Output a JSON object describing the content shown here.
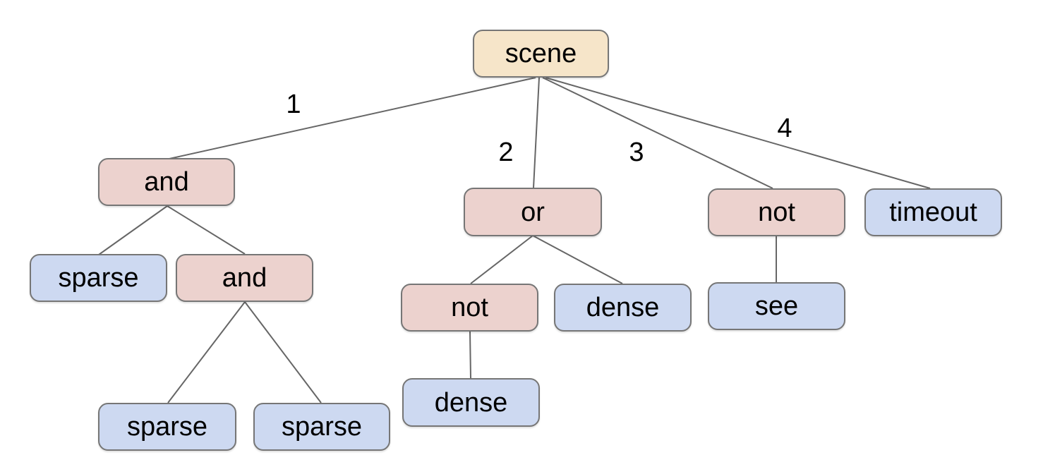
{
  "diagram": {
    "type": "tree",
    "colors": {
      "background": "#ffffff",
      "root_fill": "#f6e5c9",
      "operator_fill": "#ecd2ce",
      "leaf_fill": "#cdd9f1",
      "node_border": "#767676",
      "edge_line": "#666666",
      "label_text": "#000000"
    },
    "nodes": [
      {
        "id": "scene",
        "label": "scene",
        "kind": "root"
      },
      {
        "id": "and-1",
        "label": "and",
        "kind": "operator"
      },
      {
        "id": "or-1",
        "label": "or",
        "kind": "operator"
      },
      {
        "id": "not-1",
        "label": "not",
        "kind": "operator"
      },
      {
        "id": "timeout",
        "label": "timeout",
        "kind": "leaf"
      },
      {
        "id": "sparse-1",
        "label": "sparse",
        "kind": "leaf"
      },
      {
        "id": "and-2",
        "label": "and",
        "kind": "operator"
      },
      {
        "id": "not-2",
        "label": "not",
        "kind": "operator"
      },
      {
        "id": "dense-1",
        "label": "dense",
        "kind": "leaf"
      },
      {
        "id": "see",
        "label": "see",
        "kind": "leaf"
      },
      {
        "id": "dense-2",
        "label": "dense",
        "kind": "leaf"
      },
      {
        "id": "sparse-2",
        "label": "sparse",
        "kind": "leaf"
      },
      {
        "id": "sparse-3",
        "label": "sparse",
        "kind": "leaf"
      }
    ],
    "edges": [
      {
        "from": "scene",
        "to": "and-1",
        "label": "1"
      },
      {
        "from": "scene",
        "to": "or-1",
        "label": "2"
      },
      {
        "from": "scene",
        "to": "not-1",
        "label": "3"
      },
      {
        "from": "scene",
        "to": "timeout",
        "label": "4"
      },
      {
        "from": "and-1",
        "to": "sparse-1"
      },
      {
        "from": "and-1",
        "to": "and-2"
      },
      {
        "from": "and-2",
        "to": "sparse-2"
      },
      {
        "from": "and-2",
        "to": "sparse-3"
      },
      {
        "from": "or-1",
        "to": "not-2"
      },
      {
        "from": "or-1",
        "to": "dense-1"
      },
      {
        "from": "not-2",
        "to": "dense-2"
      },
      {
        "from": "not-1",
        "to": "see"
      }
    ],
    "tree": {
      "label": "scene",
      "children": [
        {
          "edge_label": "1",
          "label": "and",
          "children": [
            {
              "label": "sparse"
            },
            {
              "label": "and",
              "children": [
                {
                  "label": "sparse"
                },
                {
                  "label": "sparse"
                }
              ]
            }
          ]
        },
        {
          "edge_label": "2",
          "label": "or",
          "children": [
            {
              "label": "not",
              "children": [
                {
                  "label": "dense"
                }
              ]
            },
            {
              "label": "dense"
            }
          ]
        },
        {
          "edge_label": "3",
          "label": "not",
          "children": [
            {
              "label": "see"
            }
          ]
        },
        {
          "edge_label": "4",
          "label": "timeout"
        }
      ]
    }
  }
}
